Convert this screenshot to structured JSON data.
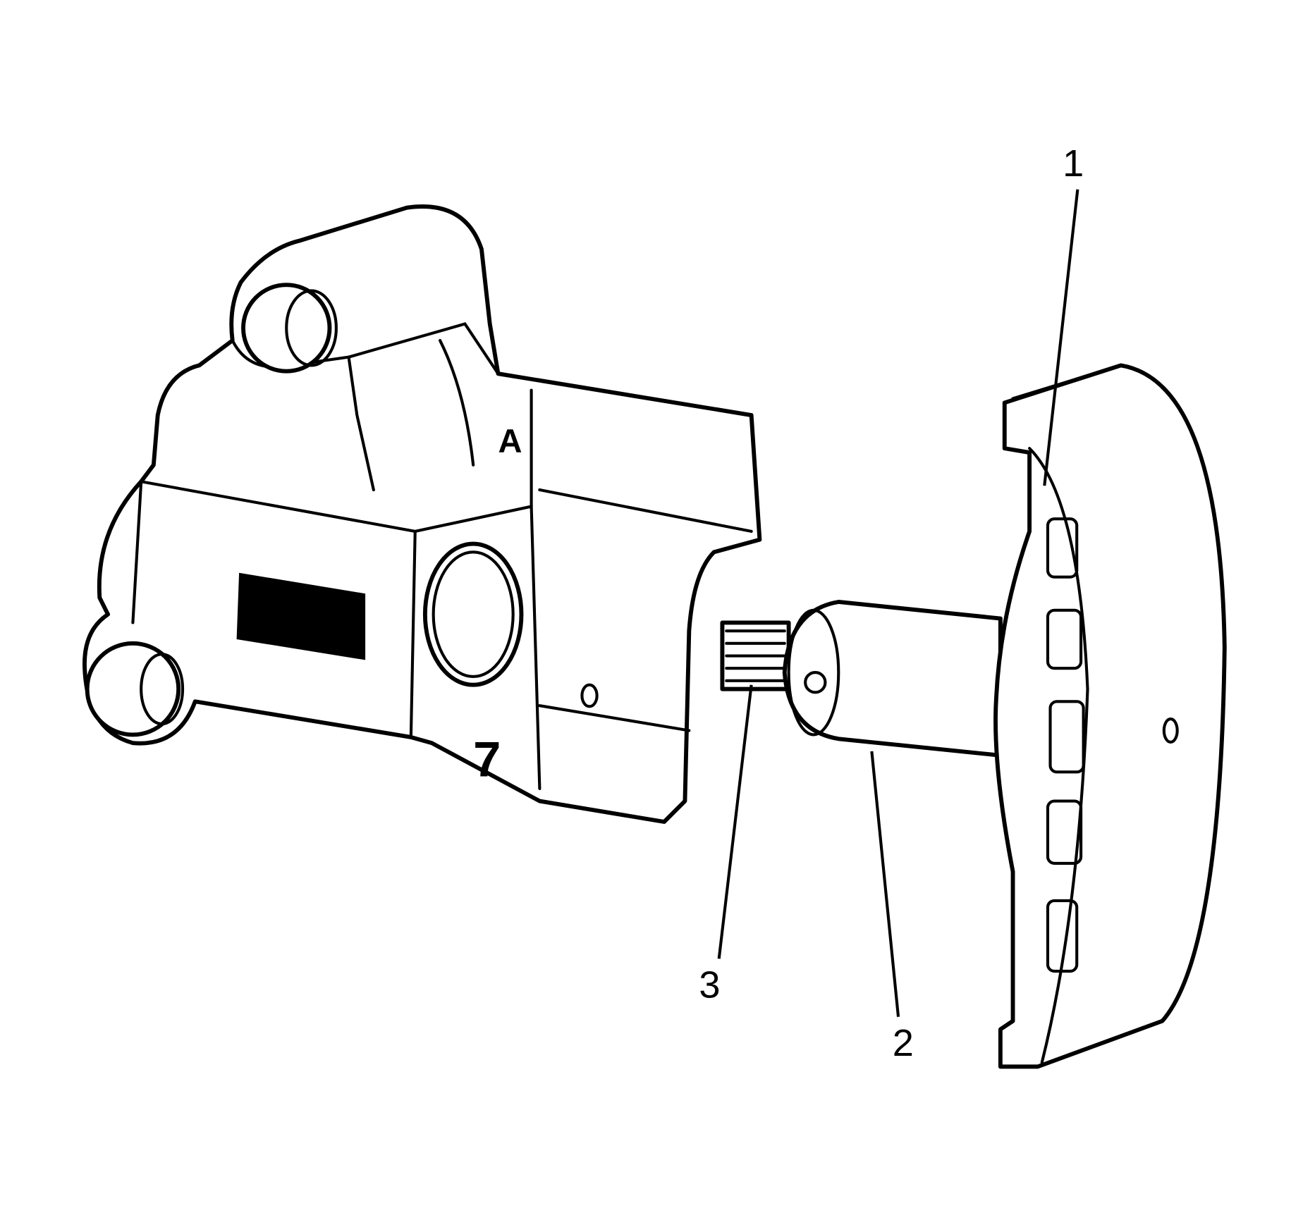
{
  "diagram": {
    "callouts": [
      {
        "label": "1"
      },
      {
        "label": "2"
      },
      {
        "label": "3"
      }
    ],
    "part_markings": {
      "housing_digit": "7",
      "housing_letter": "A"
    },
    "colors": {
      "line": "#000000",
      "background": "#ffffff"
    }
  }
}
